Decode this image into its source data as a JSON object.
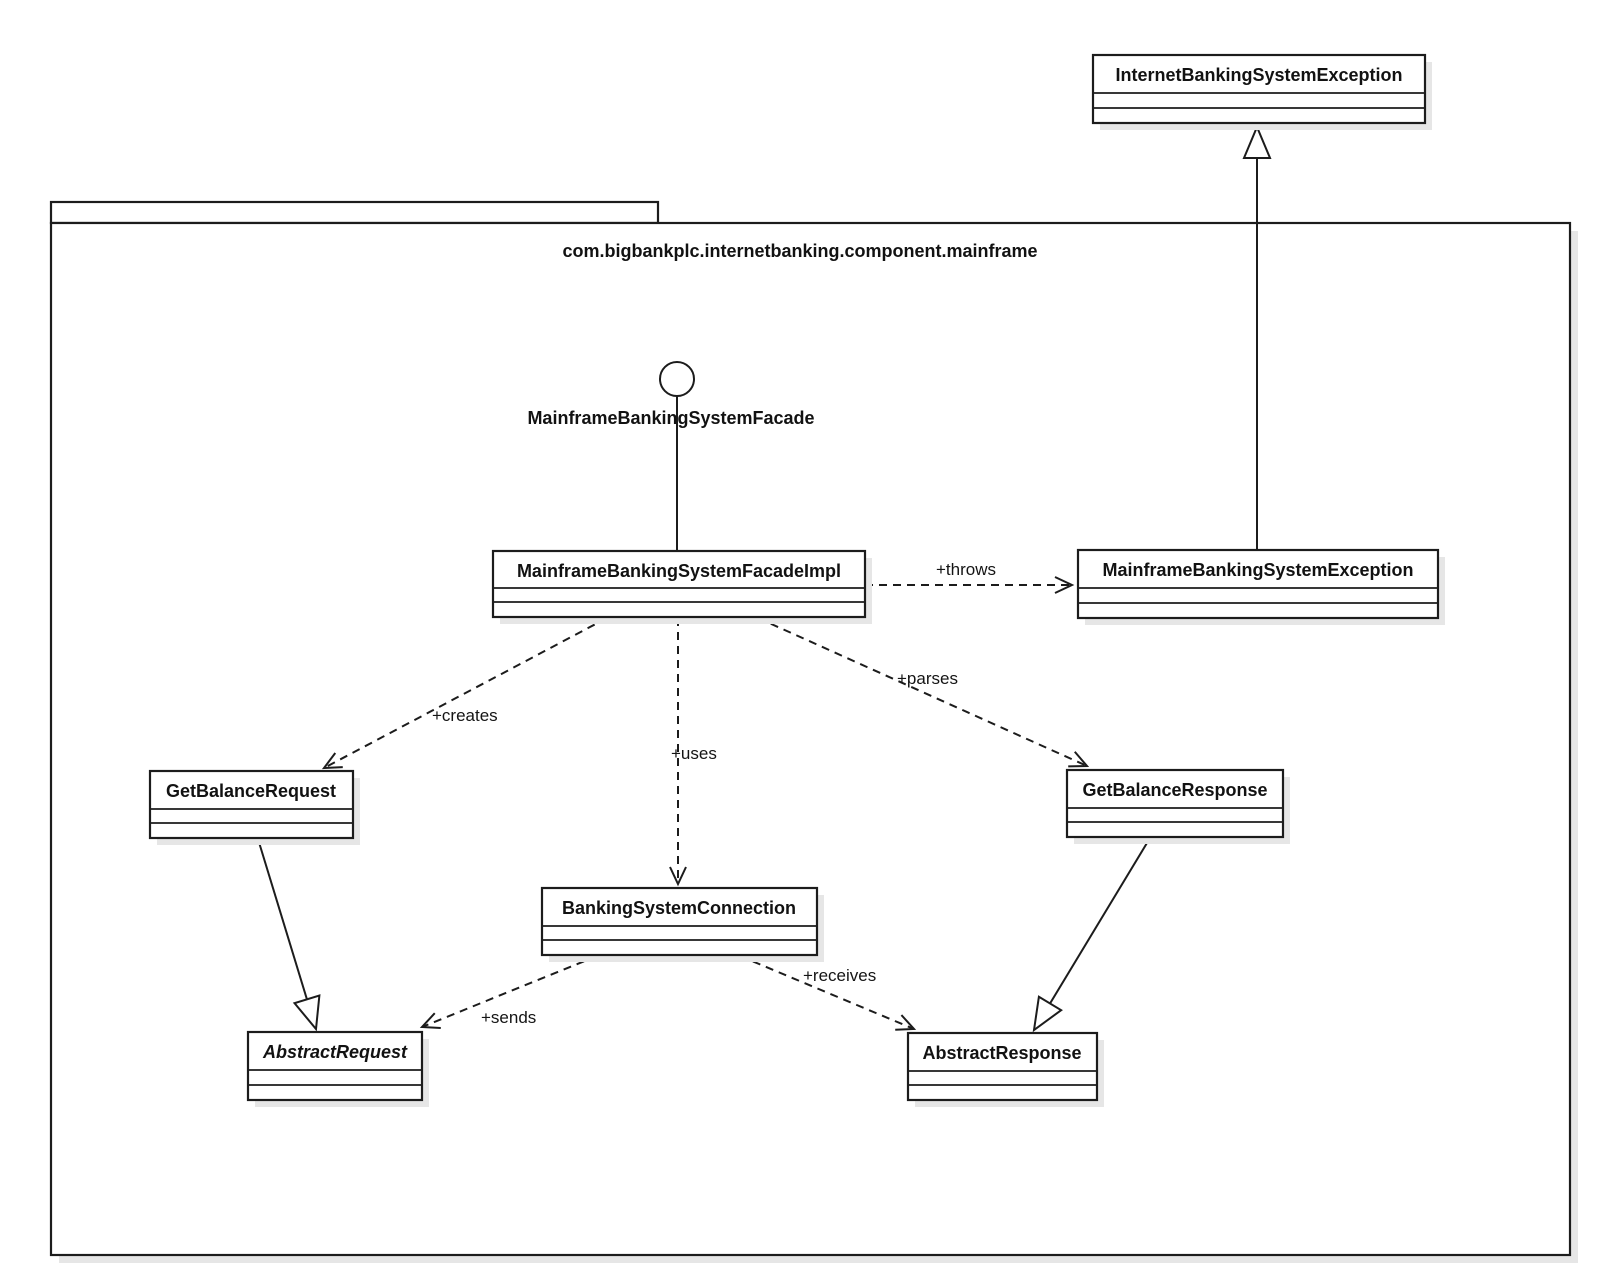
{
  "diagram": {
    "kind": "uml-class-diagram",
    "package": {
      "name": "com.bigbankplc.internetbanking.component.mainframe"
    },
    "interface_lollipop": {
      "label": "MainframeBankingSystemFacade"
    },
    "classes": {
      "internet_banking_system_exception": {
        "name": "InternetBankingSystemException",
        "abstract": false
      },
      "mainframe_banking_system_facade_impl": {
        "name": "MainframeBankingSystemFacadeImpl",
        "abstract": false
      },
      "mainframe_banking_system_exception": {
        "name": "MainframeBankingSystemException",
        "abstract": false
      },
      "get_balance_request": {
        "name": "GetBalanceRequest",
        "abstract": false
      },
      "get_balance_response": {
        "name": "GetBalanceResponse",
        "abstract": false
      },
      "banking_system_connection": {
        "name": "BankingSystemConnection",
        "abstract": false
      },
      "abstract_request": {
        "name": "AbstractRequest",
        "abstract": true
      },
      "abstract_response": {
        "name": "AbstractResponse",
        "abstract": false
      }
    },
    "edge_labels": {
      "throws": "+throws",
      "creates": "+creates",
      "uses": "+uses",
      "parses": "+parses",
      "sends": "+sends",
      "receives": "+receives"
    },
    "relationships": [
      {
        "from": "MainframeBankingSystemException",
        "to": "InternetBankingSystemException",
        "type": "generalization",
        "label": ""
      },
      {
        "from": "MainframeBankingSystemFacadeImpl",
        "to": "MainframeBankingSystemException",
        "type": "dependency",
        "label": "+throws"
      },
      {
        "from": "MainframeBankingSystemFacadeImpl",
        "to": "GetBalanceRequest",
        "type": "dependency",
        "label": "+creates"
      },
      {
        "from": "MainframeBankingSystemFacadeImpl",
        "to": "BankingSystemConnection",
        "type": "dependency",
        "label": "+uses"
      },
      {
        "from": "MainframeBankingSystemFacadeImpl",
        "to": "GetBalanceResponse",
        "type": "dependency",
        "label": "+parses"
      },
      {
        "from": "GetBalanceRequest",
        "to": "AbstractRequest",
        "type": "generalization",
        "label": ""
      },
      {
        "from": "GetBalanceResponse",
        "to": "AbstractResponse",
        "type": "generalization",
        "label": ""
      },
      {
        "from": "BankingSystemConnection",
        "to": "AbstractRequest",
        "type": "dependency",
        "label": "+sends"
      },
      {
        "from": "BankingSystemConnection",
        "to": "AbstractResponse",
        "type": "dependency",
        "label": "+receives"
      },
      {
        "from": "MainframeBankingSystemFacade",
        "to": "MainframeBankingSystemFacadeImpl",
        "type": "interface-lollipop",
        "label": ""
      }
    ],
    "colors": {
      "line": "#1c1c1c",
      "box_fill": "#ffffff",
      "shadow": "#e6e6e6",
      "background": "#ffffff",
      "text": "#121212"
    }
  }
}
